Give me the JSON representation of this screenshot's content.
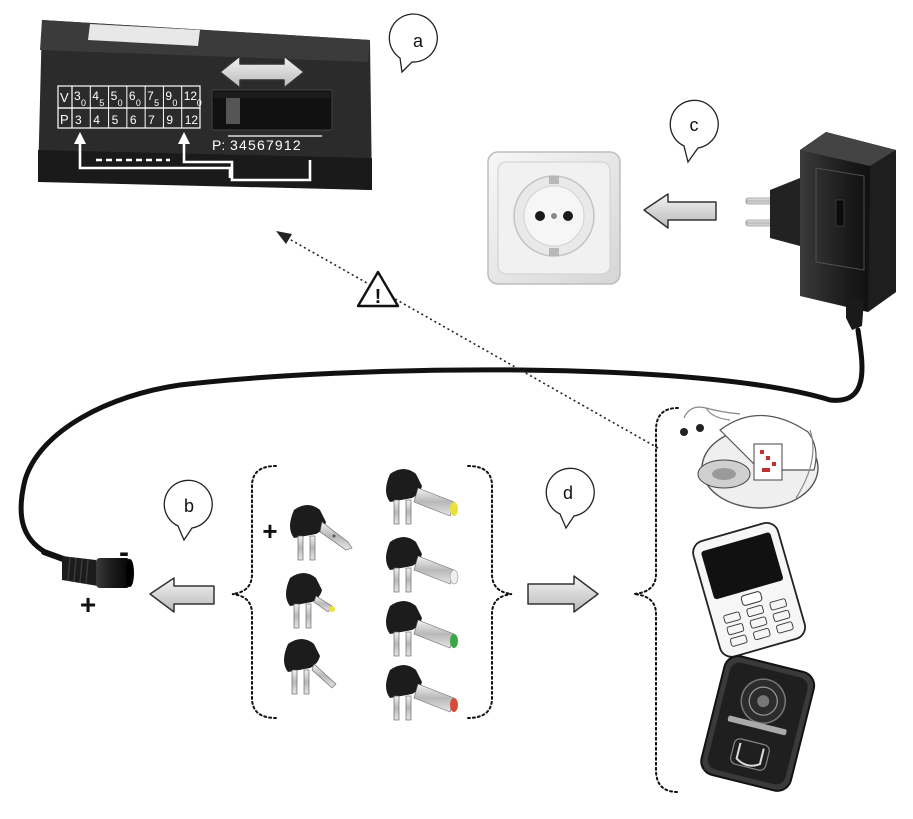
{
  "callouts": {
    "a": "a",
    "b": "b",
    "c": "c",
    "d": "d"
  },
  "adapter_panel": {
    "v_label": "V",
    "p_label": "P",
    "voltages": [
      {
        "whole": "3",
        "frac": "0"
      },
      {
        "whole": "4",
        "frac": "5"
      },
      {
        "whole": "5",
        "frac": "0"
      },
      {
        "whole": "6",
        "frac": "0"
      },
      {
        "whole": "7",
        "frac": "5"
      },
      {
        "whole": "9",
        "frac": "0"
      },
      {
        "whole": "12",
        "frac": "0"
      }
    ],
    "positions": [
      "3",
      "4",
      "5",
      "6",
      "7",
      "9",
      "12"
    ],
    "switch_label": "P:",
    "switch_positions": "34567912"
  },
  "polarity": {
    "plus": "+",
    "minus": "-",
    "tip_plus": "+"
  },
  "warning_icon": "!",
  "colors": {
    "cable": "#111111",
    "arrow_fill": "#d9d9d9",
    "arrow_stroke": "#444444",
    "panel_bg": "#2a2a2a",
    "panel_print": "#ffffff",
    "tip_yellow": "#e8e23a",
    "tip_green": "#3aa845",
    "tip_red": "#d84a3a",
    "tip_white": "#eeeeee"
  }
}
